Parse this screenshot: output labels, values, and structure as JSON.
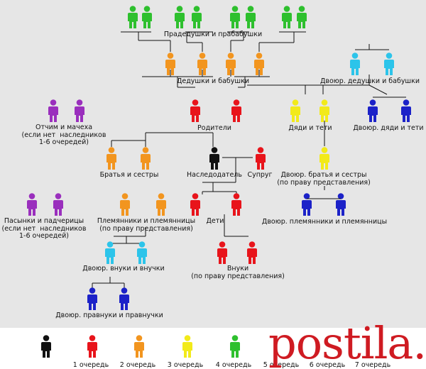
{
  "colors": {
    "black": "#111111",
    "red": "#e8141b",
    "orange": "#f2951f",
    "yellow": "#f2ea1a",
    "green": "#2ec02e",
    "purple": "#9a2fbd",
    "cyan": "#2cc4ea",
    "blue": "#1c22c8",
    "band": "#e6e6e6",
    "line": "#111111",
    "watermark": "#cf1b22"
  },
  "labels": {
    "great_grandparents": "Прадедушки и прабабушки",
    "grandparents": "Дедушки и бабушки",
    "cousin_grandparents": "Двоюр. дедушки и бабушки",
    "stepparents": "Отчим и мачеха\n(если нет  наследников\n1-6 очередей)",
    "parents": "Родители",
    "uncles_aunts": "Дяди и тети",
    "cousin_uncles_aunts": "Двоюр. дяди и тети",
    "siblings": "Братья и сестры",
    "testator": "Наследодатель",
    "spouse": "Супруг",
    "cousins": "Двоюр. братья и сестры\n(по праву представления)",
    "stepchildren": "Пасынки и падчерицы\n(если нет  наследников\n1-6 очередей)",
    "nephews": "Племянники и племянницы\n(по праву представления)",
    "children": "Дети",
    "cousin_nephews": "Двоюр. племянники и племянницы",
    "cousin_grandchildren": "Двоюр. внуки и внучки",
    "grandchildren": "Внуки\n(по праву представления)",
    "cousin_great_grandchildren": "Двоюр. правнуки и правнучки"
  },
  "legend": [
    {
      "label": "1 очередь",
      "color": "red"
    },
    {
      "label": "2 очередь",
      "color": "orange"
    },
    {
      "label": "3 очередь",
      "color": "yellow"
    },
    {
      "label": "4 очередь",
      "color": "green"
    },
    {
      "label": "5 очередь",
      "color": ""
    },
    {
      "label": "6 очередь",
      "color": ""
    },
    {
      "label": "7 очередь",
      "color": ""
    }
  ],
  "watermark": "postila.ru"
}
